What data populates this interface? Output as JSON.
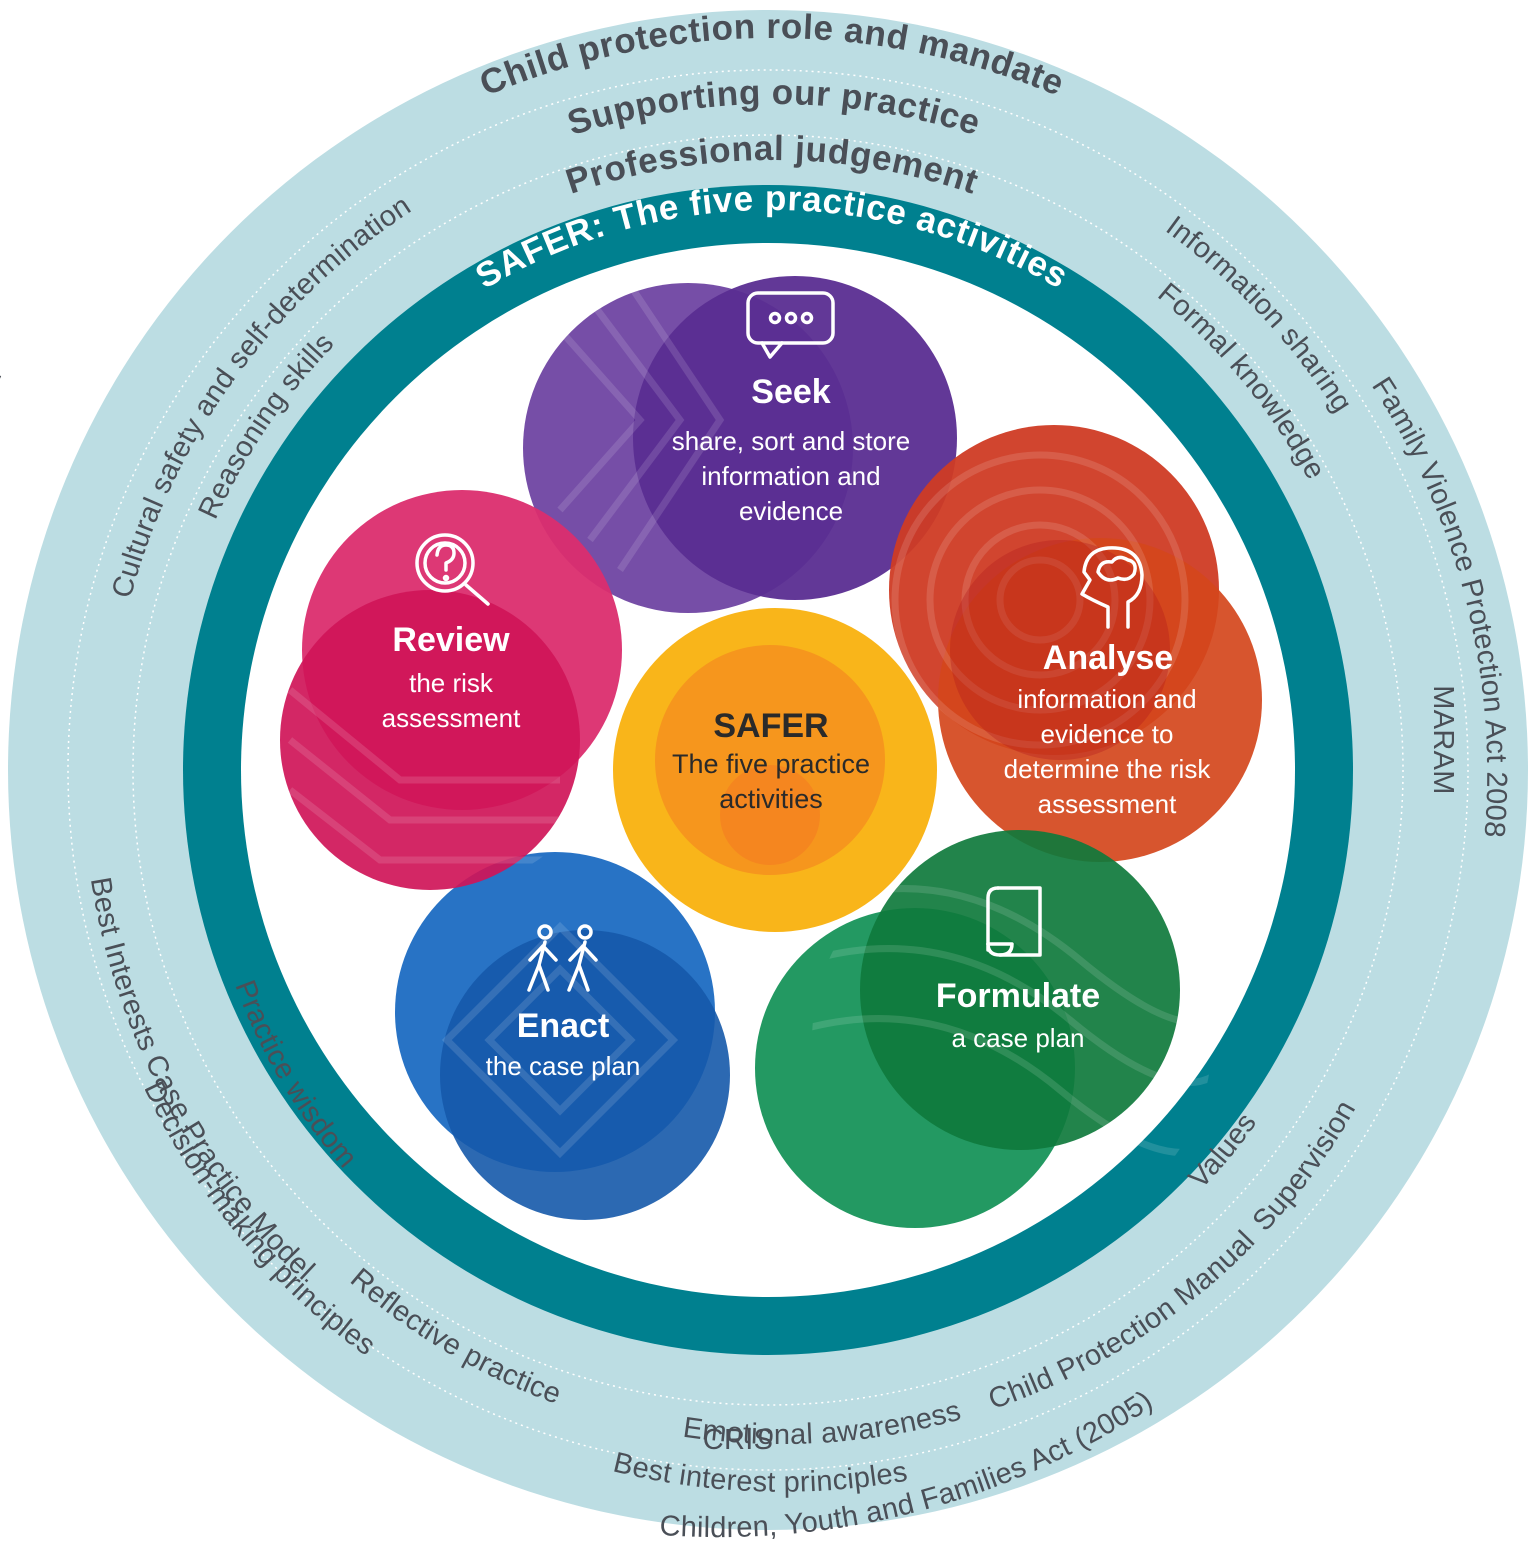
{
  "colors": {
    "outer_ring": "#bcdde3",
    "ring_divider": "#ffffff",
    "teal_band": "#00808f",
    "seek": "#5a2d91",
    "analyse": "#d43f1f",
    "formulate": "#148244",
    "enact": "#1662b3",
    "review": "#d51c63",
    "safer": "#f6a21b"
  },
  "outer_ring": {
    "top": [
      "Child protection role and mandate",
      "Supporting our practice",
      "Professional judgement"
    ],
    "band_title": "SAFER: The five practice activities",
    "left": [
      "Principles for Aboriginal children",
      "Cultural safety and self-determination",
      "Reasoning skills"
    ],
    "right_upper": [
      "Family Violence Protection Act 2008",
      "Information sharing",
      "Formal knowledge"
    ],
    "right_middle": "MARAM",
    "left_lower": [
      "Best Interests Case Practice Model",
      "Practice wisdom",
      "Decision-making principles"
    ],
    "right_lower": [
      "Values",
      "Supervision",
      "Children, Youth and Families Act (2005)"
    ],
    "bottom": {
      "reflective": "Reflective practice",
      "emotional": "Emotional awareness",
      "cris": "CRIS",
      "best_interest": "Best interest principles",
      "manual": "Child Protection Manual"
    }
  },
  "bubbles": {
    "seek": {
      "icon": "speech-bubble-icon",
      "title": "Seek",
      "lines": [
        "share, sort and store",
        "information and",
        "evidence"
      ]
    },
    "analyse": {
      "icon": "head-brain-icon",
      "title": "Analyse",
      "lines": [
        "information and",
        "evidence to",
        "determine the risk",
        "assessment"
      ]
    },
    "formulate": {
      "icon": "document-icon",
      "title": "Formulate",
      "lines": [
        "a case plan"
      ]
    },
    "enact": {
      "icon": "walking-people-icon",
      "title": "Enact",
      "lines": [
        "the case plan"
      ]
    },
    "review": {
      "icon": "magnifier-question-icon",
      "title": "Review",
      "lines": [
        "the risk",
        "assessment"
      ]
    },
    "safer": {
      "title": "SAFER",
      "lines": [
        "The five practice",
        "activities"
      ]
    }
  }
}
